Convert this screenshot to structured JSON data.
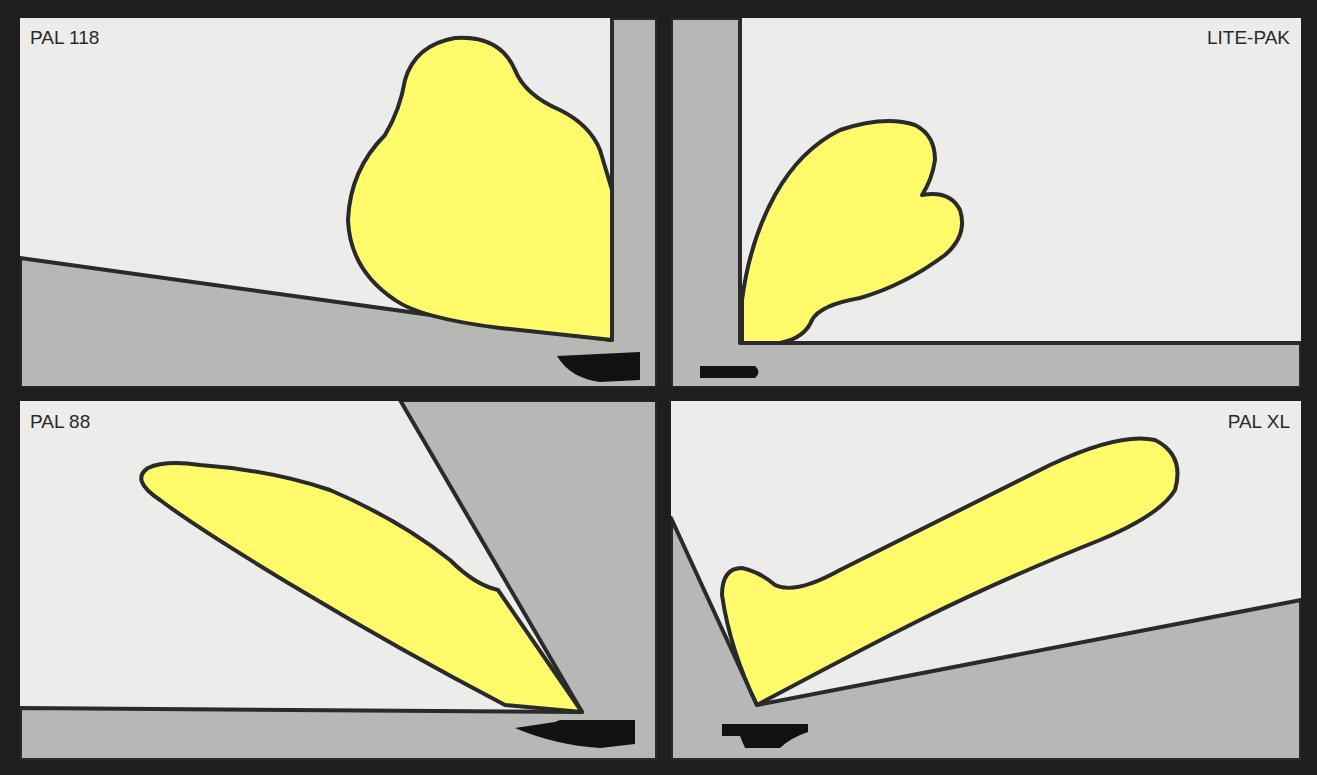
{
  "diagram": {
    "labels": [
      "PAL 118",
      "LITE-PAK",
      "PAL 88",
      "PAL XL"
    ]
  }
}
